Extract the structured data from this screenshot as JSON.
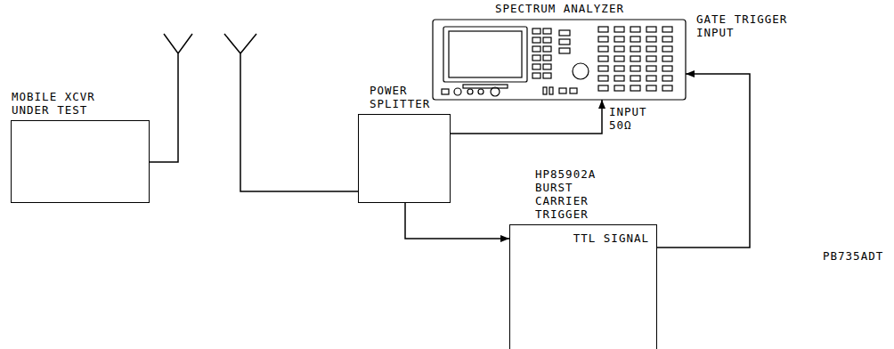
{
  "diagram": {
    "nodes": [
      {
        "text": [
          "MOBILE XCVR UNDER TEST"
        ]
      },
      {
        "text": [
          "POWER SPLITTER"
        ]
      },
      {
        "text": [
          "SPECTRUM ANALYZER"
        ]
      },
      {
        "text": [
          "HP85902A BURST CARRIER TRIGGER"
        ]
      }
    ],
    "edges": [
      {
        "from": 1,
        "to": 2,
        "arrow": "to"
      },
      {
        "from": 1,
        "to": 3,
        "arrow": "to"
      },
      {
        "from": 3,
        "to": 2,
        "arrow": "to",
        "label": "TTL SIGNAL"
      }
    ],
    "labels": [
      "GATE TRIGGER INPUT",
      "INPUT 50Ω",
      "PB735ADT"
    ]
  }
}
